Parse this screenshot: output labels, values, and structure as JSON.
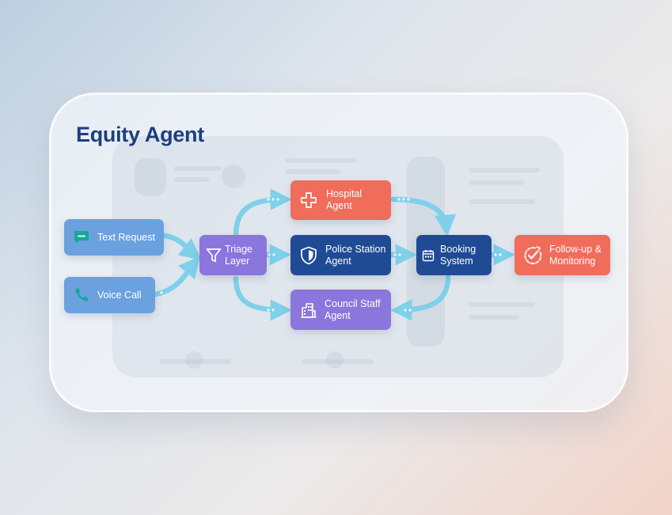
{
  "title": "Equity Agent",
  "colors": {
    "title": "#1d3f7e",
    "input_node": "#6aa1de",
    "triage_node": "#8a76dc",
    "agent_node_coral": "#f06c5b",
    "agent_node_navy": "#1f4b95",
    "connector": "#7fd0ea"
  },
  "nodes": {
    "text_request": {
      "label": "Text Request",
      "icon": "chat-bubble-icon"
    },
    "voice_call": {
      "label": "Voice Call",
      "icon": "phone-icon"
    },
    "triage": {
      "label": "Triage\nLayer",
      "icon": "funnel-icon"
    },
    "hospital": {
      "label": "Hospital\nAgent",
      "icon": "medical-cross-icon"
    },
    "police": {
      "label": "Police Station\nAgent",
      "icon": "shield-icon"
    },
    "council": {
      "label": "Council Staff\nAgent",
      "icon": "building-icon"
    },
    "booking": {
      "label": "Booking\nSystem",
      "icon": "calendar-icon"
    },
    "followup": {
      "label": "Follow-up &\nMonitoring",
      "icon": "check-circle-icon"
    }
  }
}
